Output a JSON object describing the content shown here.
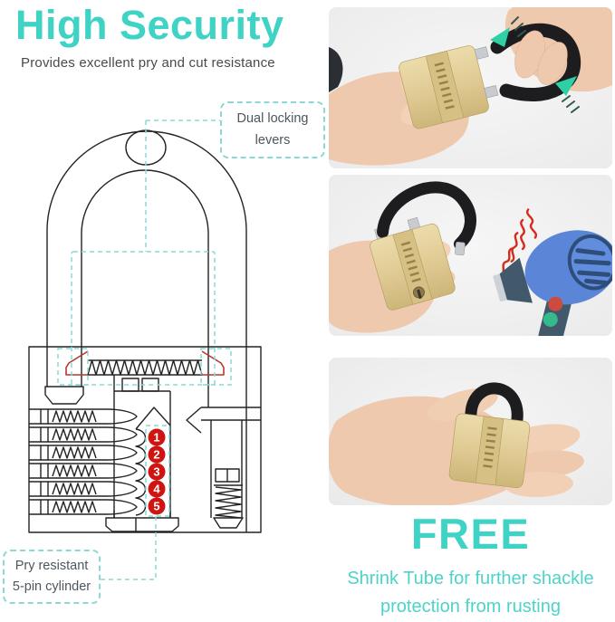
{
  "colors": {
    "accent_teal": "#3ed3c5",
    "callout_border_teal": "#8ad9d4",
    "diagram_line": "#232323",
    "diagram_lever_red": "#b23a2e",
    "pin_badge_red": "#cf1511",
    "arrow_green": "#2ed1a5",
    "heat_wave_red": "#d62b1c",
    "hair_dryer_blue": "#5b86d8",
    "brass_gold": "#d9c485",
    "shrink_tube_black": "#1d1d20"
  },
  "header": {
    "title": "High Security",
    "subtitle": "Provides excellent pry and cut resistance"
  },
  "diagram": {
    "callout_dual": {
      "line1": "Dual locking",
      "line2": "levers"
    },
    "callout_pry": {
      "line1": "Pry resistant",
      "line2": "5-pin cylinder"
    },
    "pins": [
      "1",
      "2",
      "3",
      "4",
      "5"
    ]
  },
  "free_offer": {
    "title": "FREE",
    "line1": "Shrink Tube for further shackle",
    "line2": "protection from rusting"
  }
}
